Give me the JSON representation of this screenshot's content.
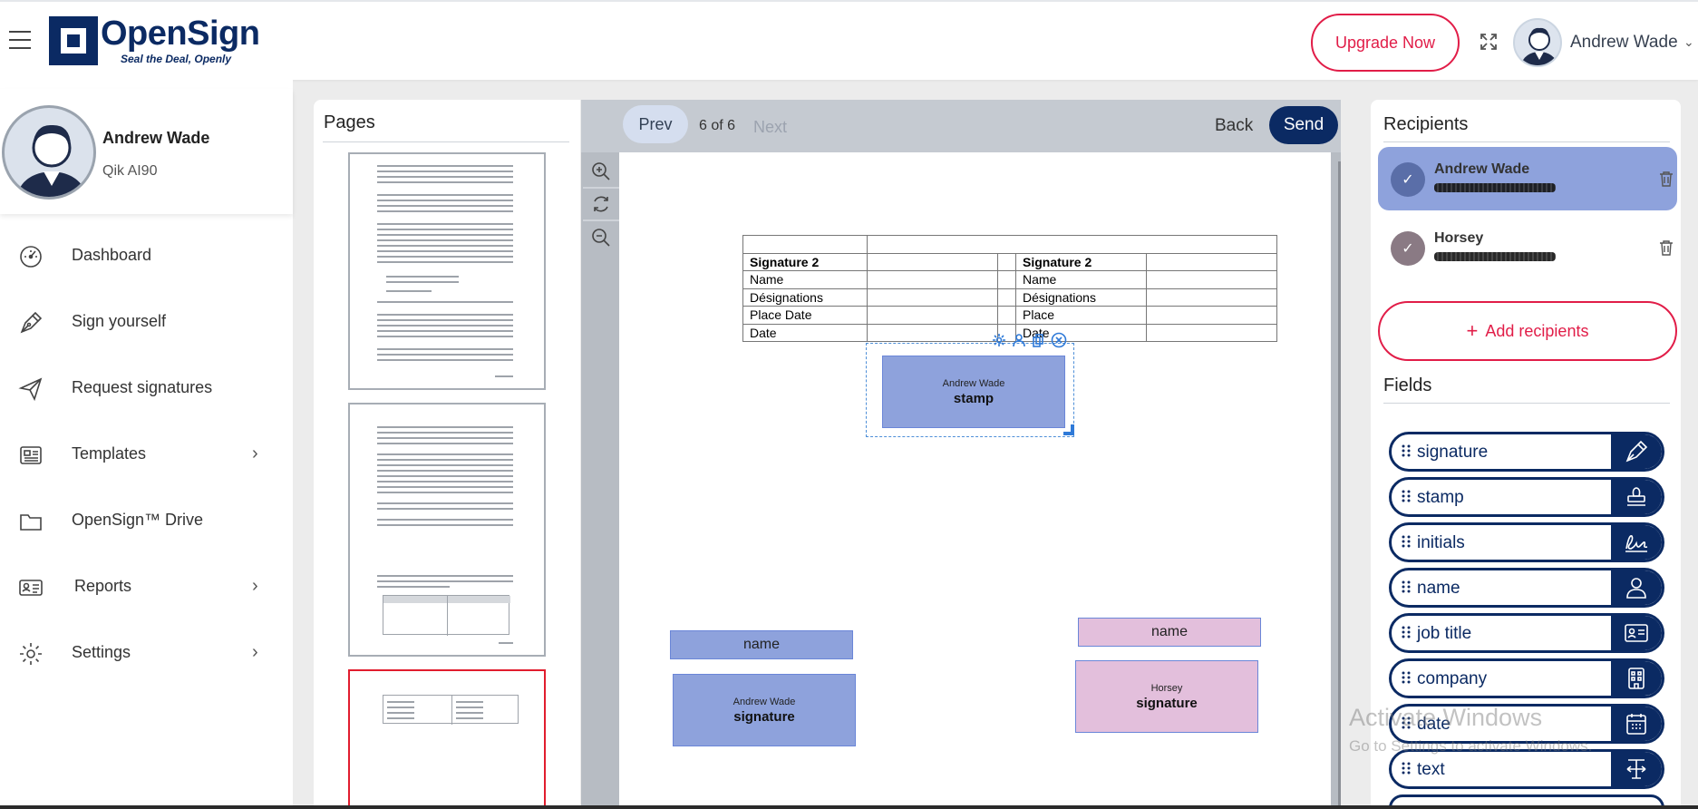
{
  "header": {
    "logo_name": "OpenSign",
    "logo_tagline": "Seal the Deal, Openly",
    "upgrade_label": "Upgrade Now",
    "user_name": "Andrew Wade"
  },
  "sidebar": {
    "profile_name": "Andrew Wade",
    "profile_org": "Qik AI90",
    "items": [
      {
        "label": "Dashboard",
        "icon": "dashboard-icon"
      },
      {
        "label": "Sign yourself",
        "icon": "pen-icon"
      },
      {
        "label": "Request signatures",
        "icon": "send-icon"
      },
      {
        "label": "Templates",
        "icon": "template-icon"
      },
      {
        "label": "OpenSign™ Drive",
        "icon": "folder-icon"
      },
      {
        "label": "Reports",
        "icon": "report-icon"
      },
      {
        "label": "Settings",
        "icon": "gear-icon"
      }
    ],
    "social": [
      "github-icon",
      "linkedin-icon",
      "x-icon",
      "discord-icon"
    ]
  },
  "pages_panel": {
    "title": "Pages"
  },
  "viewer": {
    "prev_label": "Prev",
    "page_indicator": "6 of 6",
    "next_label": "Next",
    "back_label": "Back",
    "send_label": "Send",
    "table": {
      "left": [
        {
          "label": "Signature 2",
          "bold": true
        },
        {
          "label": "Name"
        },
        {
          "label": "Désignations"
        },
        {
          "label": "Place Date"
        },
        {
          "label": "Date"
        }
      ],
      "right": [
        {
          "label": "Signature 2",
          "bold": true
        },
        {
          "label": "Name"
        },
        {
          "label": "Désignations"
        },
        {
          "label": "Place"
        },
        {
          "label": "Date"
        }
      ]
    },
    "placed_fields": {
      "stamp_owner": "Andrew Wade",
      "stamp_type": "stamp",
      "name_left": "name",
      "sig_left_owner": "Andrew Wade",
      "sig_left_type": "signature",
      "name_right": "name",
      "sig_right_owner": "Horsey",
      "sig_right_type": "signature"
    }
  },
  "right_panel": {
    "recipients_title": "Recipients",
    "recipients": [
      {
        "name": "Andrew Wade",
        "active": true
      },
      {
        "name": "Horsey",
        "active": false
      }
    ],
    "add_recipients_label": "Add recipients",
    "fields_title": "Fields",
    "fields": [
      {
        "label": "signature",
        "icon": "signature-pen-icon"
      },
      {
        "label": "stamp",
        "icon": "stamp-icon"
      },
      {
        "label": "initials",
        "icon": "initials-icon"
      },
      {
        "label": "name",
        "icon": "person-icon"
      },
      {
        "label": "job title",
        "icon": "id-card-icon"
      },
      {
        "label": "company",
        "icon": "building-icon"
      },
      {
        "label": "date",
        "icon": "calendar-icon"
      },
      {
        "label": "text",
        "icon": "text-cursor-icon"
      }
    ]
  },
  "watermark": {
    "line1": "Activate Windows",
    "line2": "Go to Settings to activate Windows."
  },
  "colors": {
    "brand": "#0b2a63",
    "accent": "#e11d48",
    "recipient1": "#8ea2dc",
    "recipient2": "#e3bfdc"
  }
}
